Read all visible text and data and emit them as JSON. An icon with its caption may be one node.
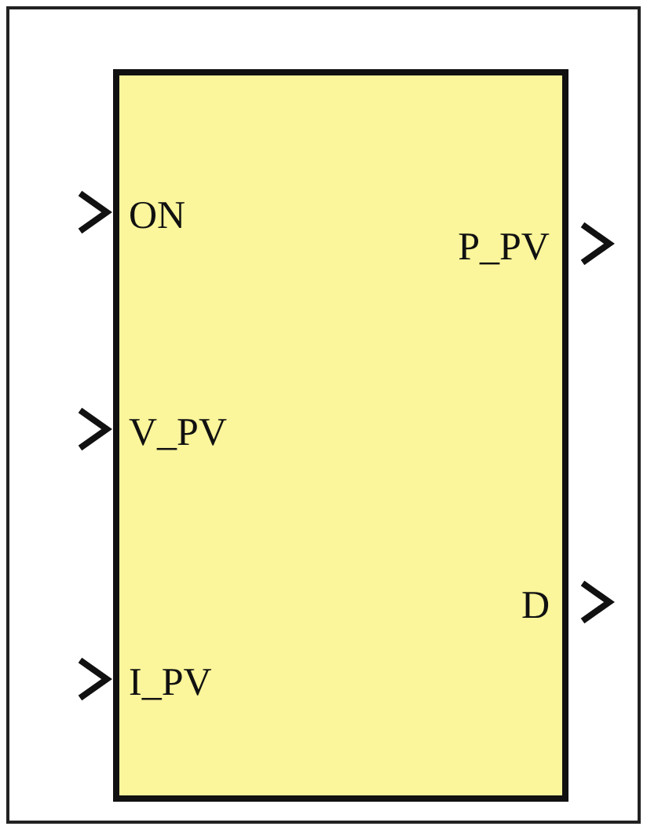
{
  "diagram": {
    "nodes": [
      {
        "text": [
          "ON",
          "V_PV",
          "I_PV",
          "P_PV",
          "D"
        ]
      }
    ]
  }
}
